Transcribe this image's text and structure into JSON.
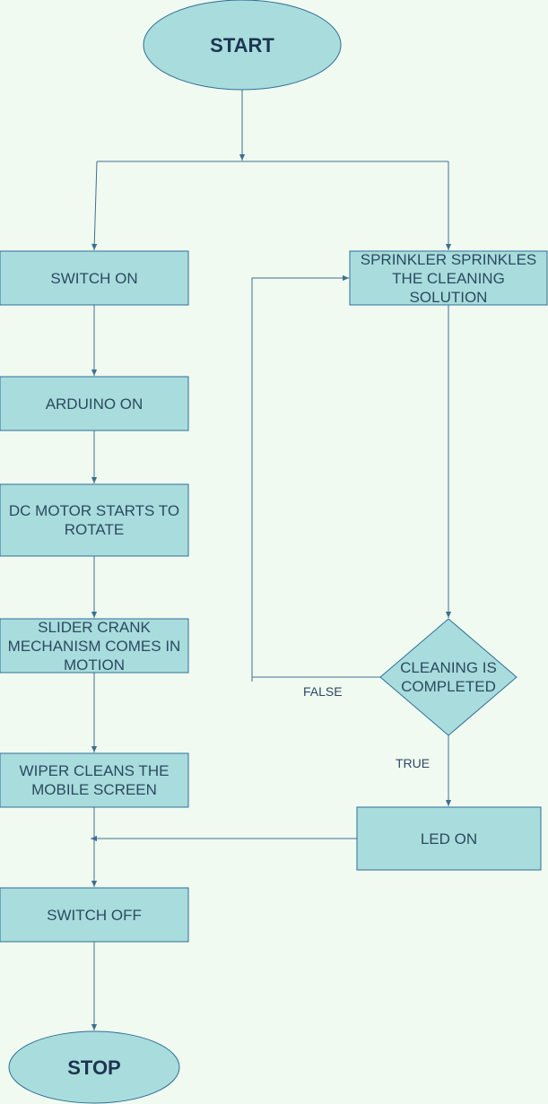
{
  "colors": {
    "background": "#f0faf0",
    "node_fill": "#a9dcdc",
    "node_stroke": "#2e6f99",
    "edge": "#3f6f8f",
    "text": "#2b4a62"
  },
  "nodes": {
    "start": "START",
    "switch_on": "SWITCH ON",
    "arduino_on": "ARDUINO ON",
    "dc_motor": "DC MOTOR STARTS TO ROTATE",
    "slider_crank": "SLIDER CRANK MECHANISM COMES IN MOTION",
    "wiper_cleans": "WIPER CLEANS THE MOBILE SCREEN",
    "switch_off": "SWITCH OFF",
    "stop": "STOP",
    "sprinkler": "SPRINKLER SPRINKLES THE CLEANING SOLUTION",
    "cleaning_completed": "CLEANING IS COMPLETED",
    "led_on": "LED ON"
  },
  "edge_labels": {
    "false": "FALSE",
    "true": "TRUE"
  }
}
